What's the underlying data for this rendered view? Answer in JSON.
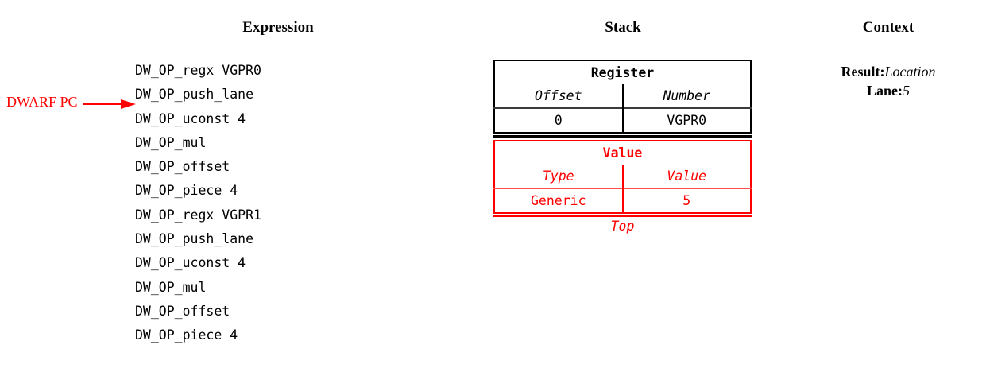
{
  "headings": {
    "expression": "Expression",
    "stack": "Stack",
    "context": "Context"
  },
  "pointer": {
    "label": "DWARF PC",
    "icon": "right-arrow-icon",
    "color": "#ff0000",
    "points_to_line_index": 2
  },
  "expression": {
    "lines": [
      "DW_OP_regx VGPR0",
      "DW_OP_push_lane",
      "DW_OP_uconst 4",
      "DW_OP_mul",
      "DW_OP_offset",
      "DW_OP_piece 4",
      "DW_OP_regx VGPR1",
      "DW_OP_push_lane",
      "DW_OP_uconst 4",
      "DW_OP_mul",
      "DW_OP_offset",
      "DW_OP_piece 4"
    ]
  },
  "stack": {
    "entries": [
      {
        "title": "Register",
        "color": "#000000",
        "columns": [
          "Offset",
          "Number"
        ],
        "values": [
          "0",
          "VGPR0"
        ]
      },
      {
        "title": "Value",
        "color": "#ff0000",
        "columns": [
          "Type",
          "Value"
        ],
        "values": [
          "Generic",
          "5"
        ]
      }
    ],
    "top_label": "Top"
  },
  "context": {
    "items": [
      {
        "key": "Result:",
        "value": "Location"
      },
      {
        "key": "Lane:",
        "value": "5"
      }
    ]
  }
}
